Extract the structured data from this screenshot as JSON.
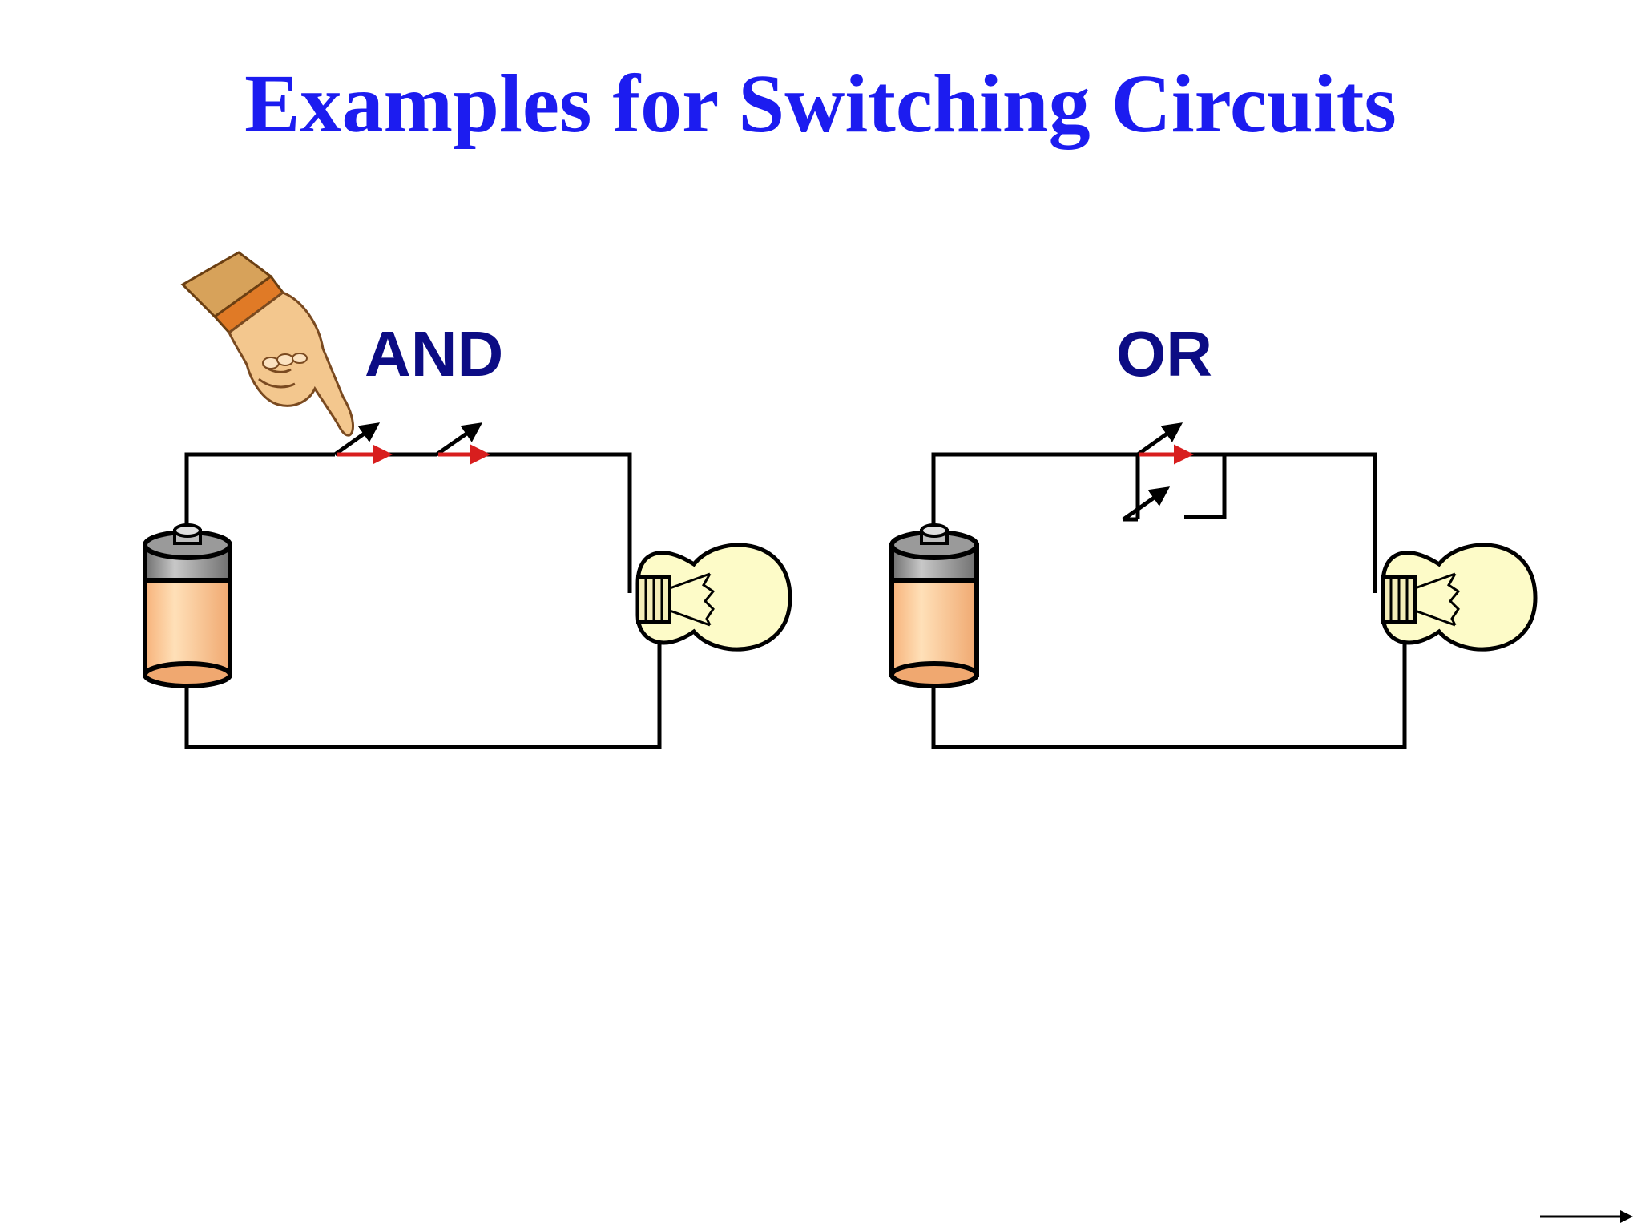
{
  "title": "Examples for Switching Circuits",
  "circuits": {
    "and": {
      "label": "AND"
    },
    "or": {
      "label": "OR"
    }
  },
  "icons": {
    "pointer": "pointing-hand-icon",
    "battery": "battery-icon",
    "bulb": "light-bulb-icon",
    "next": "next-arrow-icon"
  },
  "colors": {
    "title": "#1c1cf0",
    "label": "#0c0c84",
    "wire": "#000000",
    "closed_switch": "#d81e1e",
    "bulb_glass": "#fdfbc8",
    "battery_body": "#f5c08a",
    "battery_cap": "#8c8c8c"
  }
}
